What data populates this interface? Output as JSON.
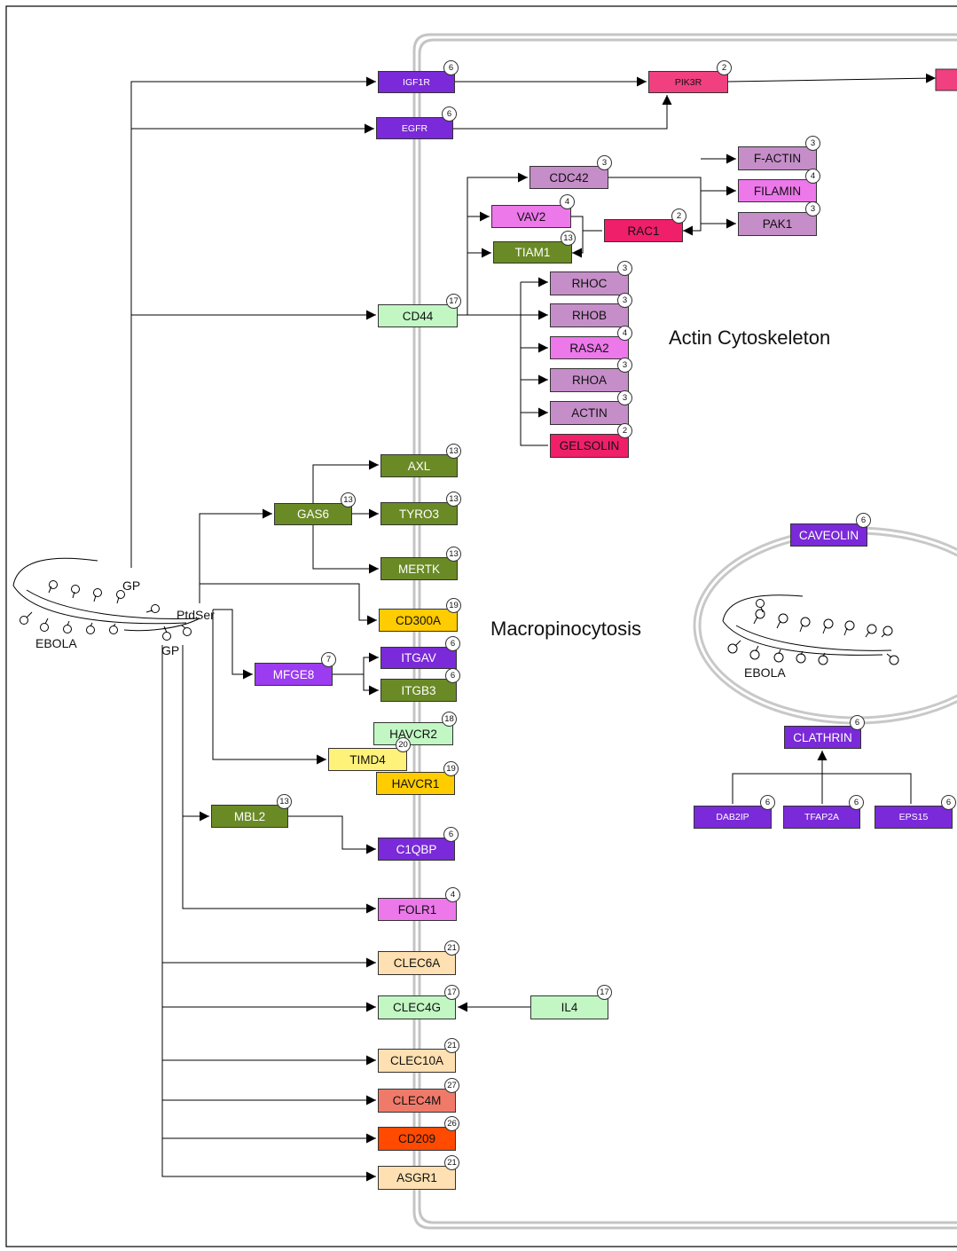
{
  "diagram": {
    "colors": {
      "purple": "#7a2ad8",
      "violet": "#9b3cf0",
      "magenta": "#f0407f",
      "mauve": "#c58ec8",
      "pink": "#ec78ea",
      "olive": "#6a8a26",
      "mint": "#c2f7c4",
      "gold": "#ffcc00",
      "yellow": "#fff27a",
      "peach": "#ffe0b2",
      "salmon": "#f07a6a",
      "orange": "#ff4a00",
      "crimson": "#f01f6a"
    },
    "labels": {
      "actin_region": "Actin Cytoskeleton",
      "macro_region": "Macropinocytosis",
      "ebola_main": "EBOLA",
      "ebola_inner": "EBOLA",
      "gp_top": "GP",
      "gp_bottom": "GP",
      "ptdser": "PtdSer"
    },
    "nodes": {
      "igf1r": {
        "label": "IGF1R",
        "count": "6"
      },
      "egfr": {
        "label": "EGFR",
        "count": "6"
      },
      "pik3r": {
        "label": "PIK3R",
        "count": "2"
      },
      "cdc42": {
        "label": "CDC42",
        "count": "3"
      },
      "factin": {
        "label": "F-ACTIN",
        "count": "3"
      },
      "filamin": {
        "label": "FILAMIN",
        "count": "4"
      },
      "vav2": {
        "label": "VAV2",
        "count": "4"
      },
      "rac1": {
        "label": "RAC1",
        "count": "2"
      },
      "pak1": {
        "label": "PAK1",
        "count": "3"
      },
      "tiam1": {
        "label": "TIAM1",
        "count": "13"
      },
      "rhoc": {
        "label": "RHOC",
        "count": "3"
      },
      "rhob": {
        "label": "RHOB",
        "count": "3"
      },
      "rasa2": {
        "label": "RASA2",
        "count": "4"
      },
      "rhoa": {
        "label": "RHOA",
        "count": "3"
      },
      "actin": {
        "label": "ACTIN",
        "count": "3"
      },
      "gelsolin": {
        "label": "GELSOLIN",
        "count": "2"
      },
      "cd44": {
        "label": "CD44",
        "count": "17"
      },
      "axl": {
        "label": "AXL",
        "count": "13"
      },
      "gas6": {
        "label": "GAS6",
        "count": "13"
      },
      "tyro3": {
        "label": "TYRO3",
        "count": "13"
      },
      "mertk": {
        "label": "MERTK",
        "count": "13"
      },
      "cd300a": {
        "label": "CD300A",
        "count": "19"
      },
      "mfge8": {
        "label": "MFGE8",
        "count": "7"
      },
      "itgav": {
        "label": "ITGAV",
        "count": "6"
      },
      "itgb3": {
        "label": "ITGB3",
        "count": "6"
      },
      "havcr2": {
        "label": "HAVCR2",
        "count": "18"
      },
      "timd4": {
        "label": "TIMD4",
        "count": "20"
      },
      "havcr1": {
        "label": "HAVCR1",
        "count": "19"
      },
      "mbl2": {
        "label": "MBL2",
        "count": "13"
      },
      "c1qbp": {
        "label": "C1QBP",
        "count": "6"
      },
      "folr1": {
        "label": "FOLR1",
        "count": "4"
      },
      "clec6a": {
        "label": "CLEC6A",
        "count": "21"
      },
      "clec4g": {
        "label": "CLEC4G",
        "count": "17"
      },
      "il4": {
        "label": "IL4",
        "count": "17"
      },
      "clec10a": {
        "label": "CLEC10A",
        "count": "21"
      },
      "clec4m": {
        "label": "CLEC4M",
        "count": "27"
      },
      "cd209": {
        "label": "CD209",
        "count": "26"
      },
      "asgr1": {
        "label": "ASGR1",
        "count": "21"
      },
      "caveolin": {
        "label": "CAVEOLIN",
        "count": "6"
      },
      "clathrin": {
        "label": "CLATHRIN",
        "count": "6"
      },
      "dab2ip": {
        "label": "DAB2IP",
        "count": "6"
      },
      "tfap2a": {
        "label": "TFAP2A",
        "count": "6"
      },
      "eps15": {
        "label": "EPS15",
        "count": "6"
      }
    }
  }
}
